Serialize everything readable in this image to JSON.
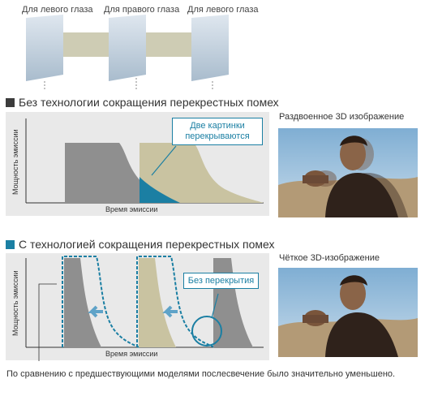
{
  "frames": {
    "left_eye_1": "Для левого глаза",
    "right_eye": "Для правого глаза",
    "left_eye_2": "Для левого глаза"
  },
  "top_section": {
    "title": "Без технологии сокращения перекрестных помех",
    "callout": "Две картинки перекрываются",
    "y_label": "Мощность эмиссии",
    "x_label": "Время эмиссии",
    "caption": "Раздвоенное 3D изображение"
  },
  "bottom_section": {
    "title": "С технологией сокращения перекрестных помех",
    "callout": "Без перекрытия",
    "y_label": "Мощность эмиссии",
    "x_label": "Время эмиссии",
    "caption": "Чёткое 3D-изображение"
  },
  "footnote": "По сравнению с предшествующими моделями послесвечение было значительно уменьшено.",
  "colors": {
    "accent": "#1b7fa3",
    "gray_pulse": "#8f8f8f",
    "tan_pulse": "#c9c3a1",
    "panel_bg": "#e9e9e9"
  }
}
